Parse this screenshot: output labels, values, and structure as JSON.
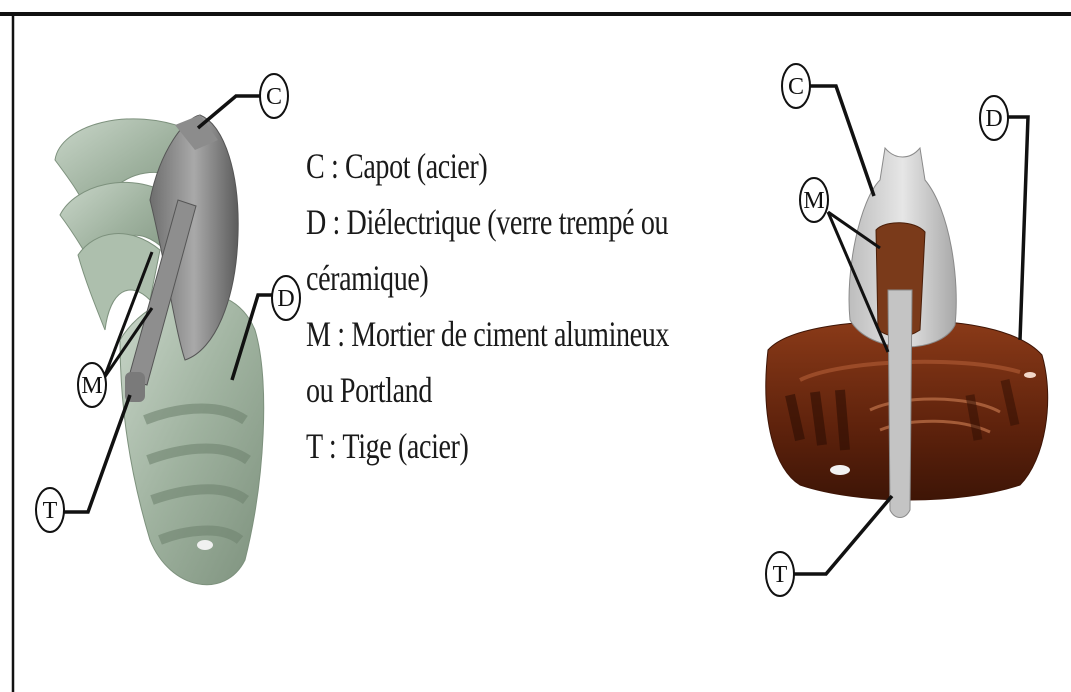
{
  "labels": {
    "left": {
      "C": "C",
      "D": "D",
      "M": "M",
      "T": "T"
    },
    "right": {
      "C": "C",
      "D": "D",
      "M": "M",
      "T": "T"
    }
  },
  "legend": [
    {
      "id": "capot",
      "text": "C : Capot (acier)"
    },
    {
      "id": "dielectrique",
      "text": "D : Diélectrique (verre trempé ou"
    },
    {
      "id": "dielectrique-cont",
      "text": " céramique)"
    },
    {
      "id": "mortier",
      "text": "M : Mortier de ciment alumineux"
    },
    {
      "id": "mortier-cont",
      "text": "ou Portland"
    },
    {
      "id": "tige",
      "text": "T : Tige (acier)"
    }
  ],
  "colors": {
    "frame": "#111111",
    "steel": "#9a9a9a",
    "glass": "#9fb29f",
    "ceramic": "#6b2a12",
    "mortar": "#7a3a1a"
  }
}
